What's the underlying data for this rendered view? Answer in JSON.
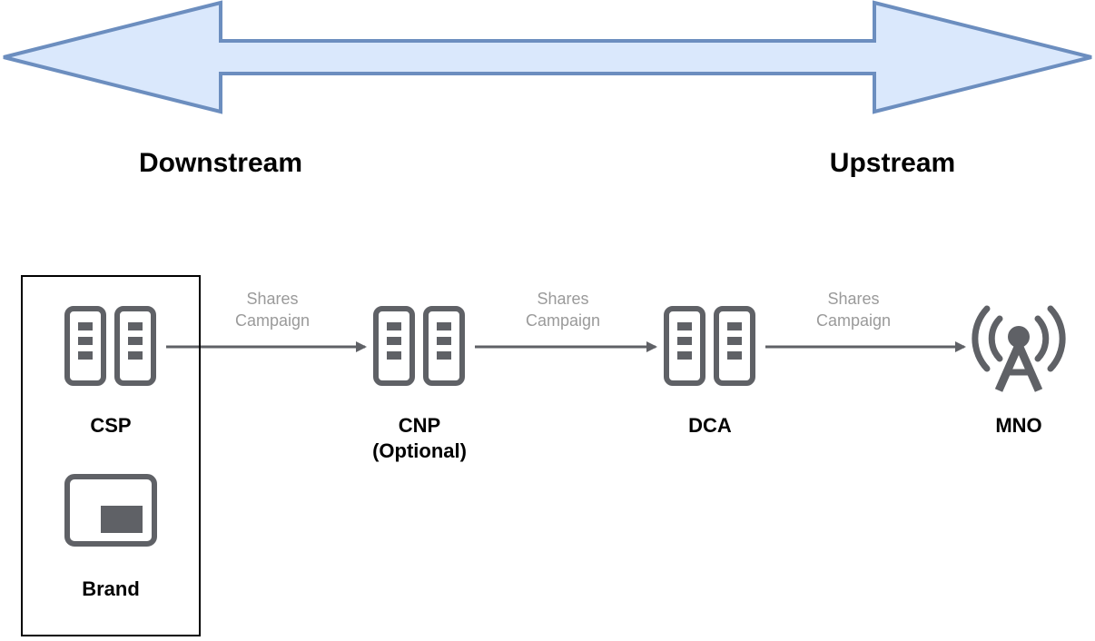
{
  "direction": {
    "downstream": "Downstream",
    "upstream": "Upstream"
  },
  "nodes": {
    "csp": {
      "label": "CSP",
      "icon": "server-pair-icon"
    },
    "brand": {
      "label": "Brand",
      "icon": "browser-window-icon"
    },
    "cnp": {
      "label_line1": "CNP",
      "label_line2": "(Optional)",
      "icon": "server-pair-icon"
    },
    "dca": {
      "label": "DCA",
      "icon": "server-pair-icon"
    },
    "mno": {
      "label": "MNO",
      "icon": "antenna-tower-icon"
    }
  },
  "edges": [
    {
      "from": "CSP",
      "to": "CNP",
      "line1": "Shares",
      "line2": "Campaign"
    },
    {
      "from": "CNP",
      "to": "DCA",
      "line1": "Shares",
      "line2": "Campaign"
    },
    {
      "from": "DCA",
      "to": "MNO",
      "line1": "Shares",
      "line2": "Campaign"
    }
  ],
  "colors": {
    "arrow_fill": "#dae8fc",
    "arrow_stroke": "#6c8ebf",
    "icon": "#5f6166",
    "edge_text": "#9a9a9a"
  }
}
